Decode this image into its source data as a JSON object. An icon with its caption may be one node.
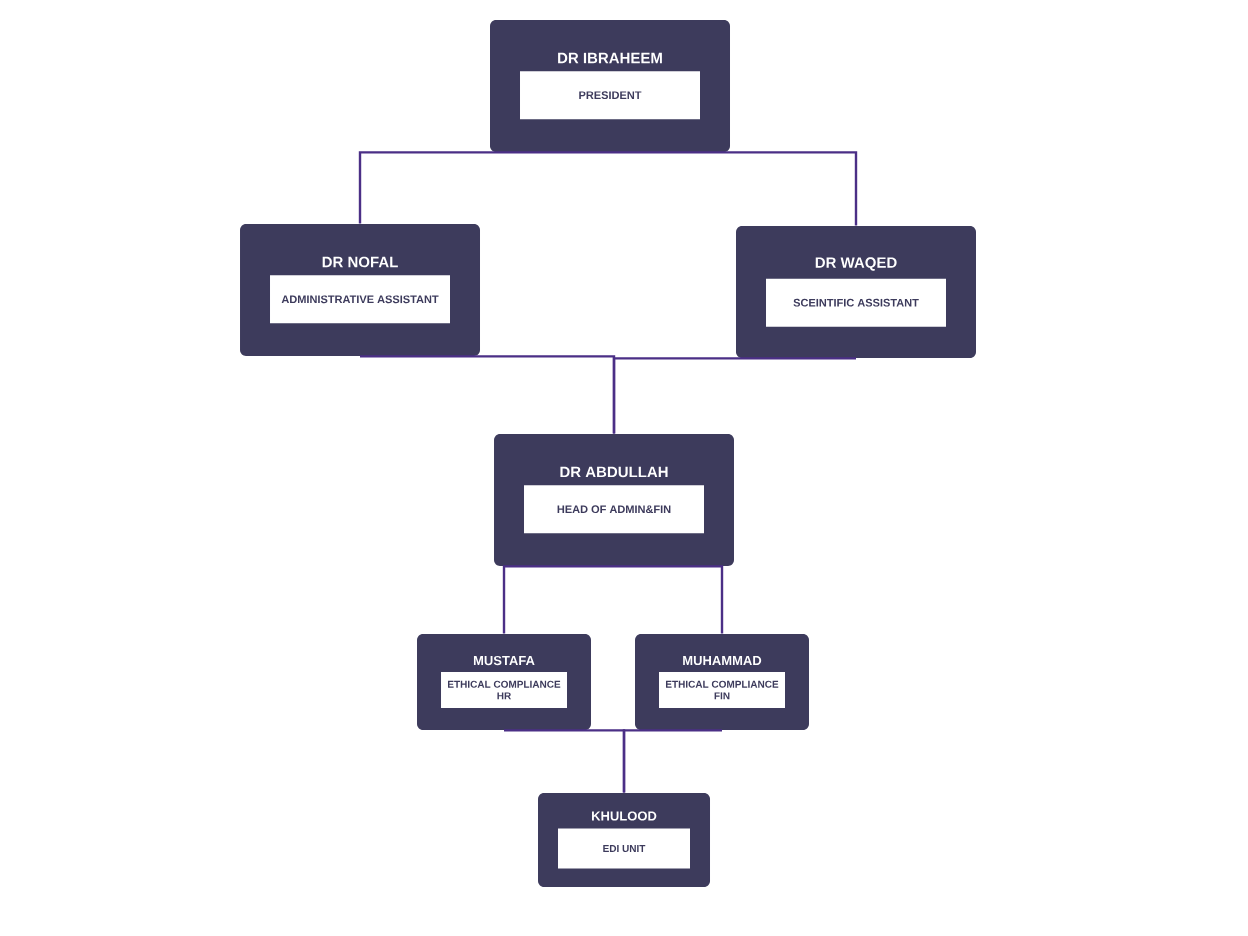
{
  "diagram": {
    "nodes": [
      {
        "text": [
          "DR IBRAHEEM",
          "PRESIDENT"
        ]
      },
      {
        "text": [
          "DR NOFAL",
          "ADMINISTRATIVE ASSISTANT"
        ]
      },
      {
        "text": [
          "DR WAQED",
          "SCEINTIFIC ASSISTANT"
        ]
      },
      {
        "text": [
          "DR ABDULLAH",
          "HEAD OF ADMIN&FIN"
        ]
      },
      {
        "text": [
          "MUSTAFA",
          "ETHICAL COMPLIANCE HR"
        ]
      },
      {
        "text": [
          "MUHAMMAD",
          "ETHICAL COMPLIANCE FIN"
        ]
      },
      {
        "text": [
          "KHULOOD",
          "EDI UNIT"
        ]
      }
    ],
    "edges": [
      {
        "from": 0,
        "to": 1,
        "arrow": "none"
      },
      {
        "from": 0,
        "to": 2,
        "arrow": "none"
      },
      {
        "from": 1,
        "to": 3,
        "arrow": "none"
      },
      {
        "from": 2,
        "to": 3,
        "arrow": "none"
      },
      {
        "from": 3,
        "to": 4,
        "arrow": "none"
      },
      {
        "from": 3,
        "to": 5,
        "arrow": "none"
      },
      {
        "from": 4,
        "to": 6,
        "arrow": "none"
      },
      {
        "from": 5,
        "to": 6,
        "arrow": "none"
      }
    ]
  }
}
